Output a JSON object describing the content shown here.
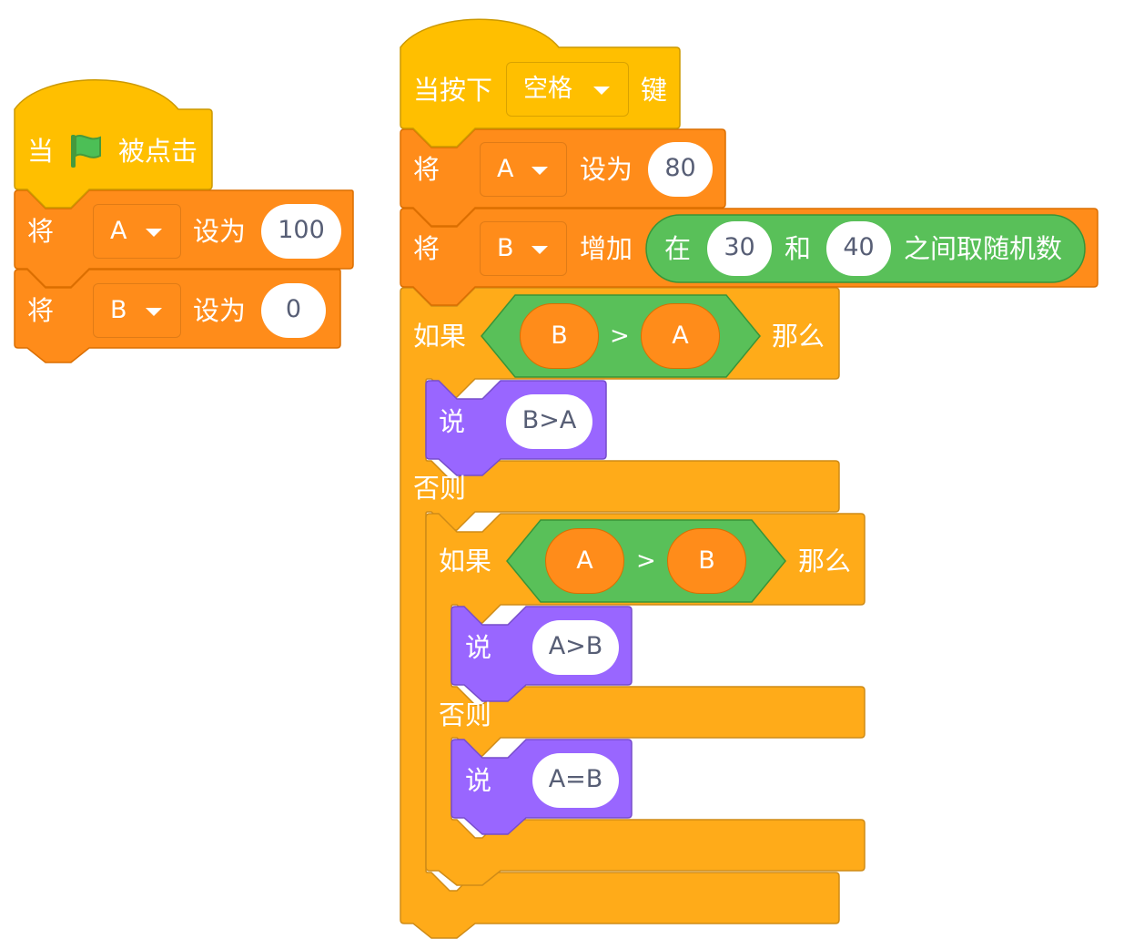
{
  "colors": {
    "events": "#ffbf00",
    "variables": "#ff8c1a",
    "control": "#ffab19",
    "looks": "#9966ff",
    "operators": "#59c059",
    "flag": "#4cbf56"
  },
  "script1": {
    "hat": {
      "prefix": "当",
      "icon": "green-flag-icon",
      "suffix": "被点击"
    },
    "set_a": {
      "label": "将",
      "variable": "A",
      "op": "设为",
      "value": "100"
    },
    "set_b": {
      "label": "将",
      "variable": "B",
      "op": "设为",
      "value": "0"
    }
  },
  "script2": {
    "hat": {
      "prefix": "当按下",
      "key": "空格",
      "suffix": "键"
    },
    "set_a": {
      "label": "将",
      "variable": "A",
      "op": "设为",
      "value": "80"
    },
    "change_b": {
      "label": "将",
      "variable": "B",
      "op": "增加",
      "random": {
        "prefix": "在",
        "from": "30",
        "and": "和",
        "to": "40",
        "suffix": "之间取随机数"
      }
    },
    "if1": {
      "if_label": "如果",
      "left": "B",
      "op": ">",
      "right": "A",
      "then_label": "那么"
    },
    "say1": {
      "label": "说",
      "text": "B>A"
    },
    "else1": "否则",
    "if2": {
      "if_label": "如果",
      "left": "A",
      "op": ">",
      "right": "B",
      "then_label": "那么"
    },
    "say2": {
      "label": "说",
      "text": "A>B"
    },
    "else2": "否则",
    "say3": {
      "label": "说",
      "text": "A=B"
    }
  }
}
